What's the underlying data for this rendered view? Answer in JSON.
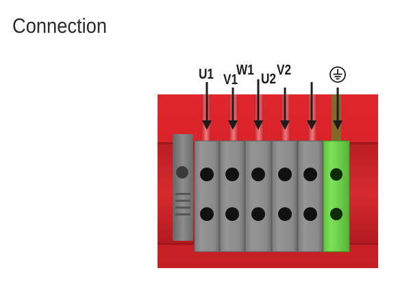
{
  "title": "Connection",
  "labels": {
    "u1": "U1",
    "v1": "V1",
    "w1": "W1",
    "u2": "U2",
    "v2": "V2"
  },
  "icons": {
    "ground": "ground-earth-icon"
  },
  "colors": {
    "housing_red": "#d6262b",
    "terminal_gray": "#8a8a8a",
    "ground_green": "#6fd34a",
    "arrow": "#1c1c1c"
  }
}
